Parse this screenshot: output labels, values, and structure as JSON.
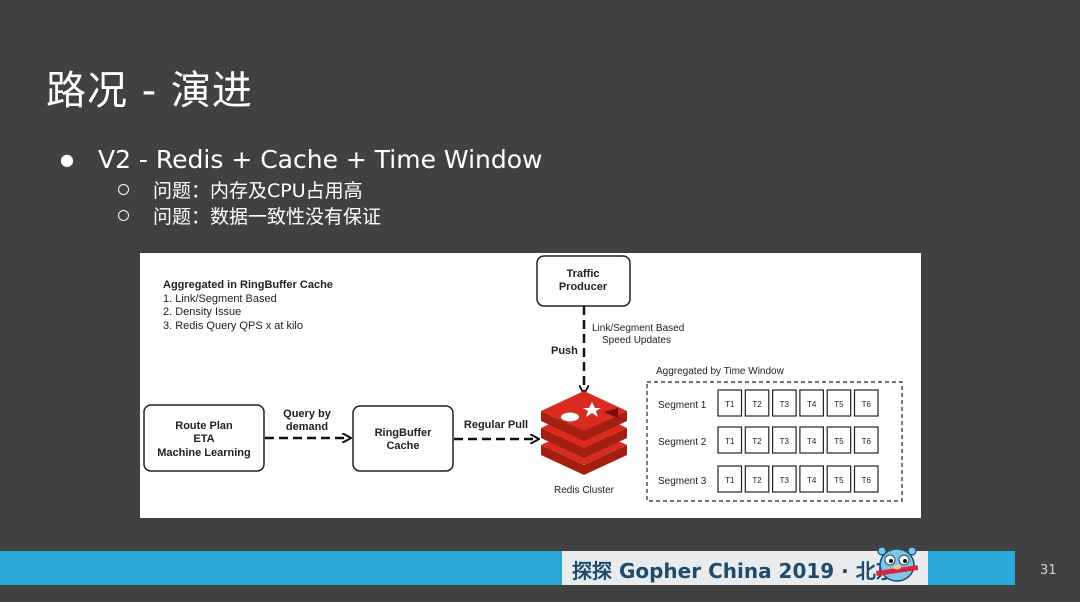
{
  "slide": {
    "title": "路况 - 演进",
    "bullet": "V2 - Redis + Cache + Time Window",
    "sub_items": [
      "问题：内存及CPU占用高",
      "问题：数据一致性没有保证"
    ],
    "page_number": "31"
  },
  "diagram": {
    "notes_title": "Aggregated in RingBuffer Cache",
    "notes": [
      "1. Link/Segment Based",
      "2. Density Issue",
      "3. Redis Query QPS x at kilo"
    ],
    "traffic_producer": [
      "Traffic",
      "Producer"
    ],
    "push_label": "Push",
    "updates_label": [
      "Link/Segment Based",
      "Speed Updates"
    ],
    "route_plan": [
      "Route Plan",
      "ETA",
      "Machine Learning"
    ],
    "query_label": [
      "Query by",
      "demand"
    ],
    "ringbuffer": [
      "RingBuffer",
      "Cache"
    ],
    "regular_pull": "Regular Pull",
    "redis_cluster": "Redis Cluster",
    "time_window_title": "Aggregated by Time Window",
    "segments": [
      "Segment 1",
      "Segment 2",
      "Segment 3"
    ],
    "time_slots": [
      "T1",
      "T2",
      "T3",
      "T4",
      "T5",
      "T6"
    ]
  },
  "footer": {
    "banner_text": "探探 Gopher China 2019 · 北京",
    "accent_color": "#29a9d9",
    "background_color": "#414141"
  }
}
